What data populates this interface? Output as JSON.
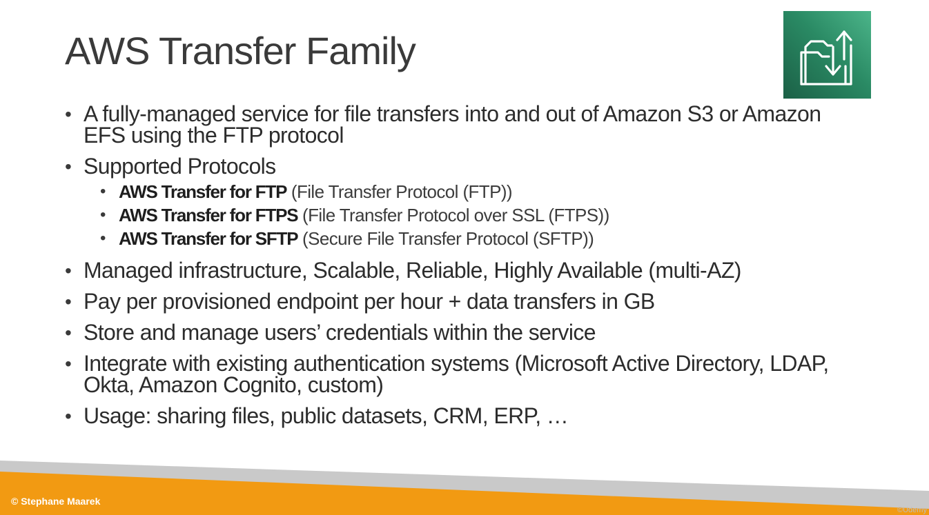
{
  "slide": {
    "title": "AWS Transfer Family",
    "icon": "aws-transfer-family-icon",
    "accent_color": "#f29a12",
    "icon_color": "#2a8a64",
    "bullets": [
      {
        "text": "A fully-managed service for file transfers into and out of Amazon S3 or Amazon EFS using the FTP protocol"
      },
      {
        "text": "Supported Protocols"
      },
      {
        "text": "Managed infrastructure, Scalable, Reliable, Highly Available (multi-AZ)"
      },
      {
        "text": "Pay per provisioned endpoint per hour + data transfers in GB"
      },
      {
        "text": "Store and manage users’ credentials within the service"
      },
      {
        "text": "Integrate with existing authentication systems (Microsoft Active Directory, LDAP, Okta, Amazon Cognito, custom)"
      },
      {
        "text": "Usage: sharing files, public datasets, CRM, ERP, …"
      }
    ],
    "protocols": [
      {
        "name": "AWS Transfer for FTP",
        "detail": " (File Transfer Protocol (FTP))"
      },
      {
        "name": "AWS Transfer for FTPS",
        "detail": " (File Transfer Protocol over SSL (FTPS))"
      },
      {
        "name": "AWS Transfer for SFTP",
        "detail": " (Secure File Transfer Protocol (SFTP))"
      }
    ]
  },
  "footer": {
    "copyright": "© Stephane Maarek",
    "watermark": "©Udemy"
  }
}
